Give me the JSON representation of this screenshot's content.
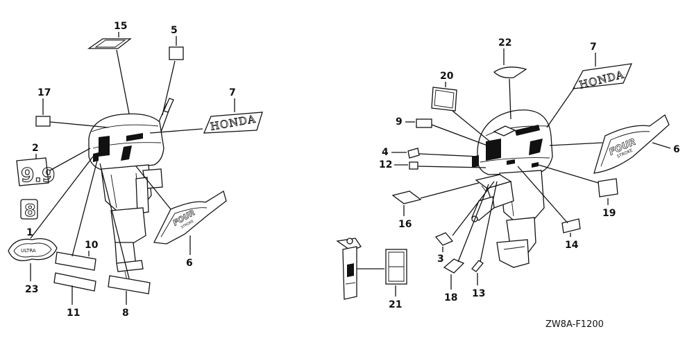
{
  "diagram": {
    "code": "ZW8A-F1200",
    "logo_text": "HONDA",
    "callouts_left": [
      "15",
      "5",
      "17",
      "7",
      "2",
      "1",
      "23",
      "10",
      "11",
      "8",
      "6"
    ],
    "callouts_right": [
      "22",
      "20",
      "7",
      "9",
      "4",
      "12",
      "6",
      "16",
      "19",
      "14",
      "3",
      "18",
      "13",
      "21"
    ],
    "decal_small": {
      "four": "FOUR",
      "stroke": "STROKE",
      "ultra": "ULTRA",
      "nine": "9.9",
      "eight": "8"
    }
  }
}
